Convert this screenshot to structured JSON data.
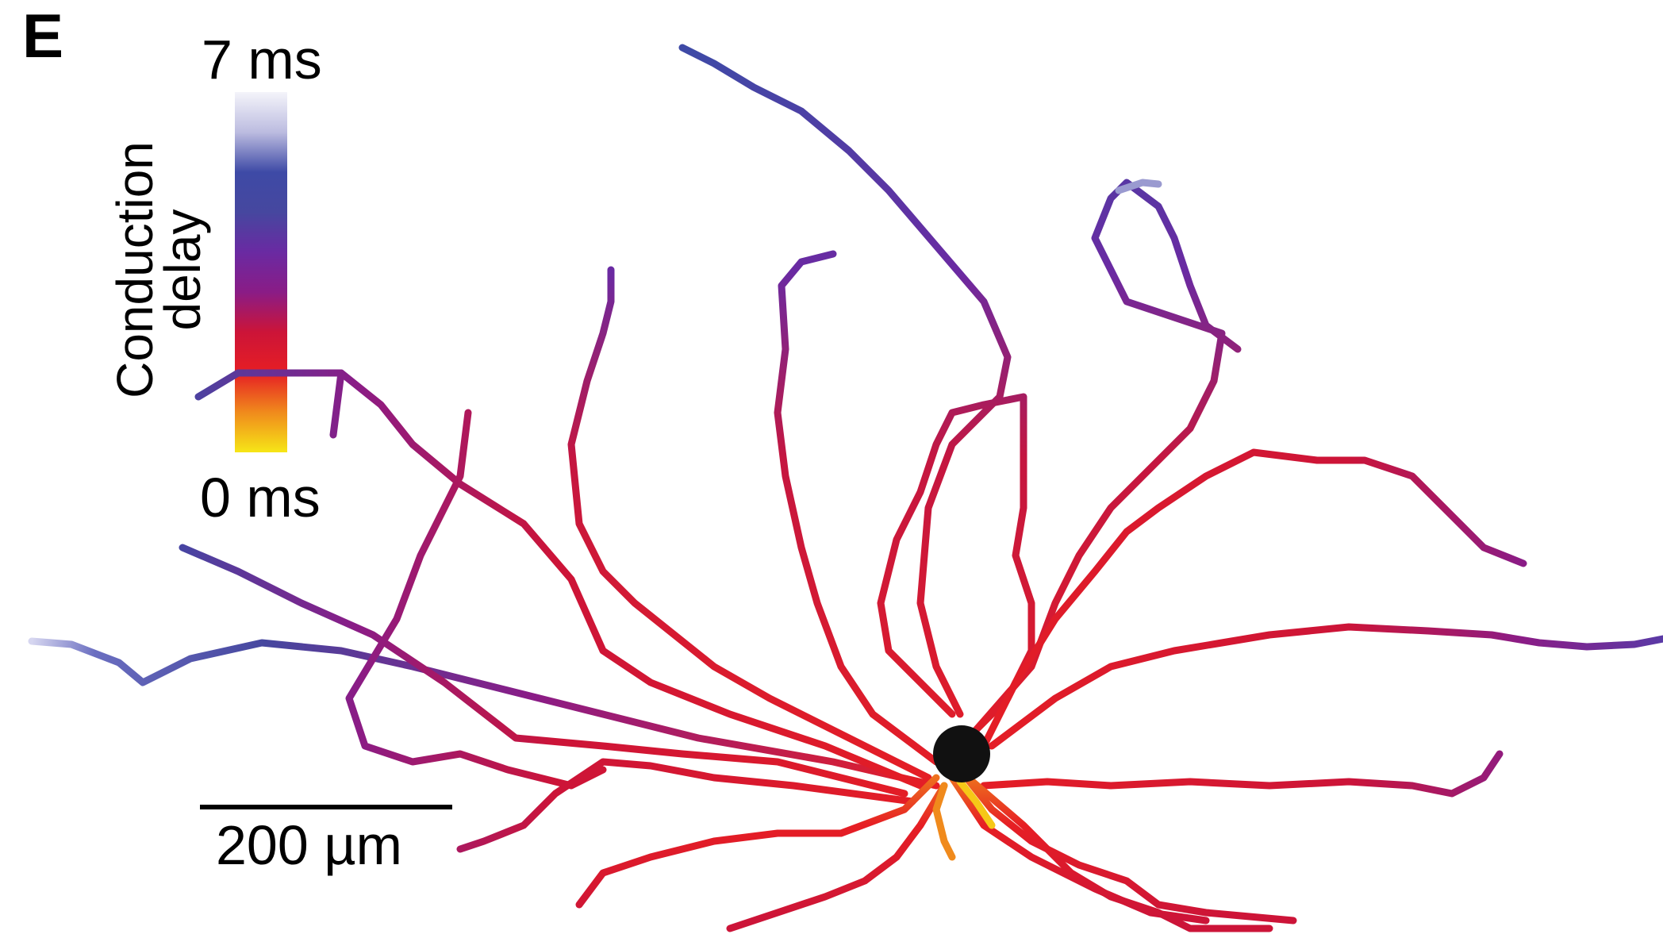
{
  "panel": {
    "letter": "E"
  },
  "colorbar": {
    "title_line1": "Conduction",
    "title_line2": "delay",
    "max_label": "7 ms",
    "min_label": "0 ms",
    "colors": [
      "#f6e617",
      "#f08a1c",
      "#e61e24",
      "#cc1438",
      "#8a1c86",
      "#6a2aa2",
      "#46479f",
      "#3e4aa6",
      "#bcbce0",
      "#f4f4fa"
    ]
  },
  "scale": {
    "label": "200 µm"
  },
  "soma": {
    "color": "#111111"
  }
}
